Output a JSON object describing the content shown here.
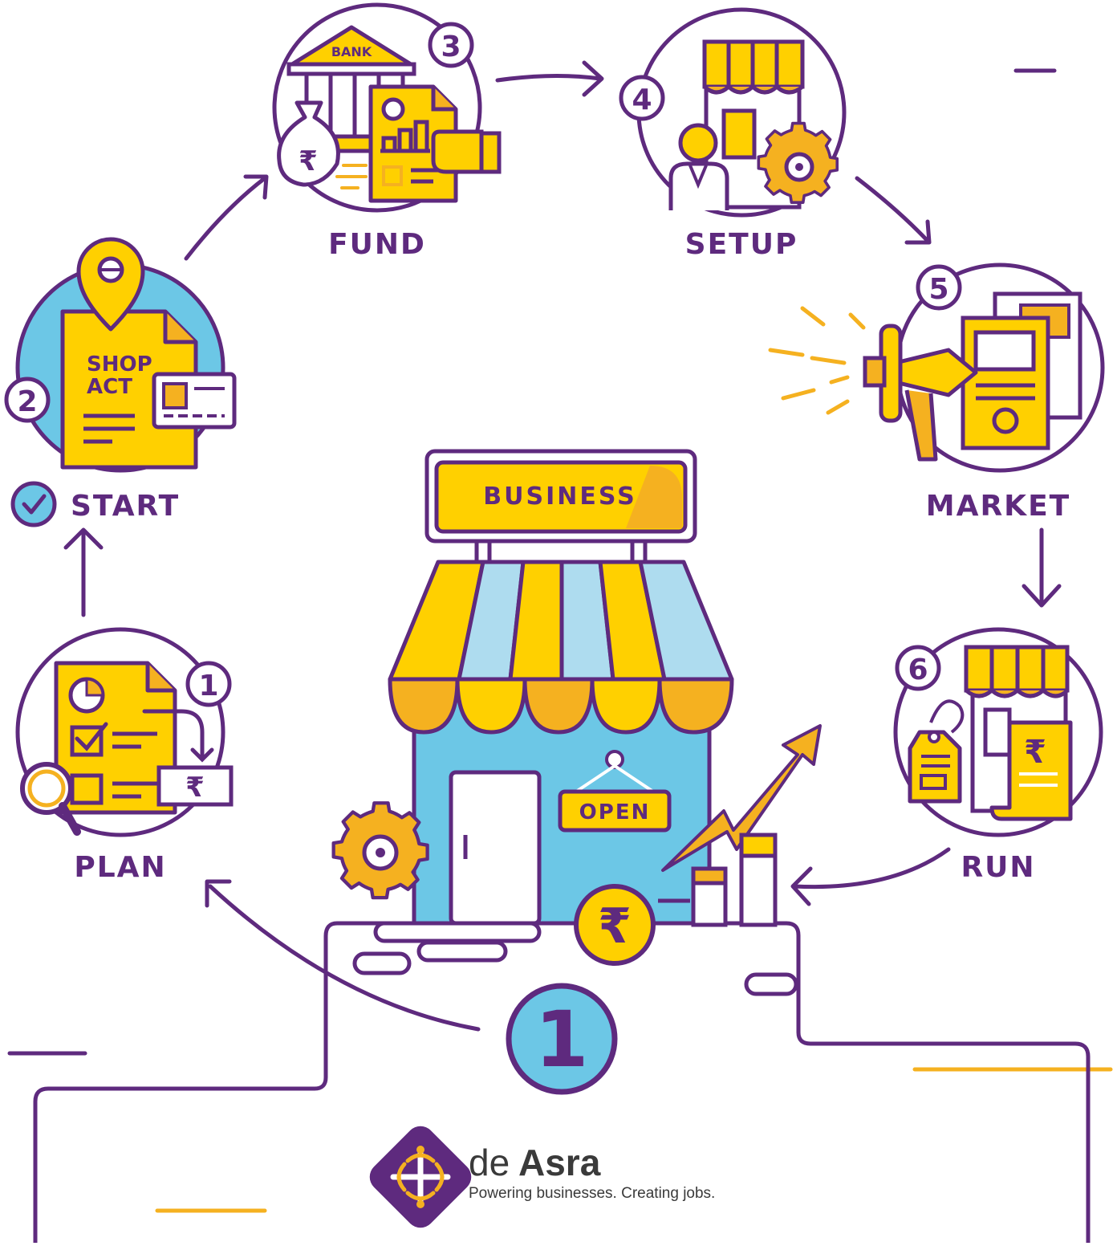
{
  "colors": {
    "purple": "#5e2a7e",
    "yellow": "#ffd000",
    "orange": "#f5b120",
    "blue": "#6cc7e6",
    "light_blue": "#aedcef",
    "white": "#ffffff"
  },
  "steps": [
    {
      "number": "1",
      "label": "PLAN",
      "icon": "plan-document-icon"
    },
    {
      "number": "2",
      "label": "START",
      "icon": "shop-act-license-icon",
      "doc_text_1": "SHOP",
      "doc_text_2": "ACT"
    },
    {
      "number": "3",
      "label": "FUND",
      "icon": "bank-fund-icon",
      "bank_text": "BANK"
    },
    {
      "number": "4",
      "label": "SETUP",
      "icon": "shop-setup-icon"
    },
    {
      "number": "5",
      "label": "MARKET",
      "icon": "megaphone-icon"
    },
    {
      "number": "6",
      "label": "RUN",
      "icon": "shop-receipt-icon"
    }
  ],
  "center": {
    "sign": "BUSINESS",
    "open_sign": "OPEN",
    "currency_symbol": "₹",
    "big_number": "1"
  },
  "brand": {
    "name_light": "de",
    "name_bold": "Asra",
    "tagline": "Powering businesses. Creating jobs."
  }
}
